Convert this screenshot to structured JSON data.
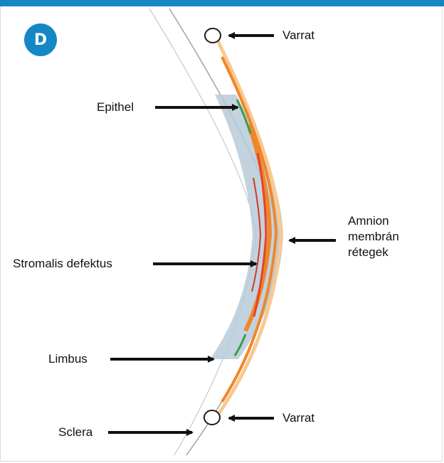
{
  "panel": {
    "letter": "D",
    "accent_color": "#1487c4"
  },
  "labels": {
    "varrat_top": "Varrat",
    "epithel": "Epithel",
    "amnion": "Amnion membrán rétegek",
    "amnion_lines": [
      "Amnion",
      "membrán",
      "rétegek"
    ],
    "stromalis": "Stromalis defektus",
    "limbus": "Limbus",
    "varrat_bottom": "Varrat",
    "sclera": "Sclera"
  },
  "colors": {
    "stroma_defect": "#b7cad8",
    "amnion_orange": "#f0862a",
    "amnion_light": "#f8c98f",
    "amnion_red": "#e2452a",
    "epithel_green": "#3f9a4a",
    "cornea_outline": "#9aa4ad"
  }
}
